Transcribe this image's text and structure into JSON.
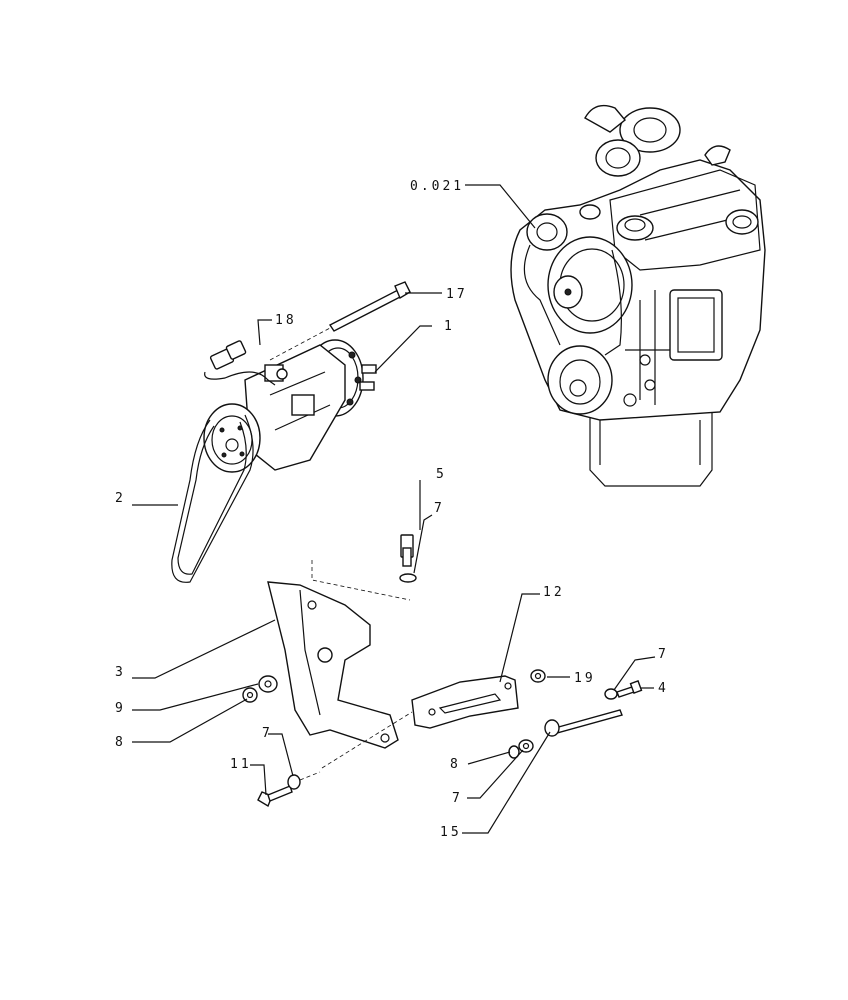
{
  "callouts": [
    {
      "id": "engine",
      "text": "0.021"
    },
    {
      "id": "bolt-17",
      "text": "17"
    },
    {
      "id": "sensor-18",
      "text": "18"
    },
    {
      "id": "compressor-1",
      "text": "1"
    },
    {
      "id": "belt-2",
      "text": "2"
    },
    {
      "id": "bolt-5",
      "text": "5"
    },
    {
      "id": "washer-7a",
      "text": "7"
    },
    {
      "id": "brace-12",
      "text": "12"
    },
    {
      "id": "bracket-3",
      "text": "3"
    },
    {
      "id": "nut-19",
      "text": "19"
    },
    {
      "id": "washer-7b",
      "text": "7"
    },
    {
      "id": "bolt-4",
      "text": "4"
    },
    {
      "id": "washer-9",
      "text": "9"
    },
    {
      "id": "nut-8a",
      "text": "8"
    },
    {
      "id": "washer-7c",
      "text": "7"
    },
    {
      "id": "bolt-11",
      "text": "11"
    },
    {
      "id": "nut-8b",
      "text": "8"
    },
    {
      "id": "washer-7d",
      "text": "7"
    },
    {
      "id": "stud-15",
      "text": "15"
    }
  ]
}
